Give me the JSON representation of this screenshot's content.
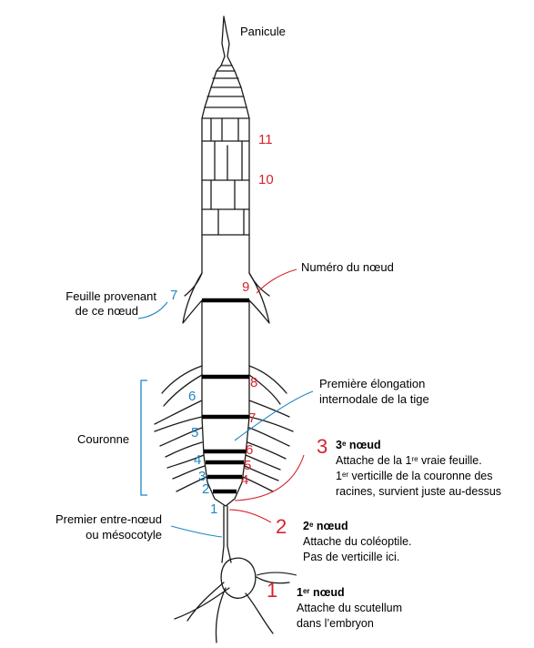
{
  "labels": {
    "panicule": "Panicule",
    "numero_noeud": "Numéro du nœud",
    "feuille_line1": "Feuille provenant",
    "feuille_line2": "de ce nœud",
    "premiere_elong_line1": "Première élongation",
    "premiere_elong_line2": "internodale de la tige",
    "couronne": "Couronne",
    "premier_entre_line1": "Premier entre-nœud",
    "premier_entre_line2": "ou mésocotyle"
  },
  "node_numbers": {
    "n11": "11",
    "n10": "10",
    "n9": "9",
    "n8": "8",
    "n7r": "7",
    "n6r": "6",
    "n5r": "5",
    "n4r": "4",
    "n7b": "7",
    "n6b": "6",
    "n5b": "5",
    "n4b": "4",
    "n3b": "3",
    "n2b": "2",
    "n1b": "1"
  },
  "notes": {
    "node3": {
      "big": "3",
      "title_num": "3",
      "title_sup": "e",
      "title_rest": " nœud",
      "line1_a": "Attache de la 1",
      "line1_sup": "re",
      "line1_b": " vraie feuille.",
      "line2_a": "1",
      "line2_sup": "er",
      "line2_b": " verticille de la couronne des",
      "line3": "racines, survient juste au-dessus"
    },
    "node2": {
      "big": "2",
      "title_num": "2",
      "title_sup": "e",
      "title_rest": " nœud",
      "line1": "Attache du coléoptile.",
      "line2": "Pas de verticille ici."
    },
    "node1": {
      "big": "1",
      "title_num": "1",
      "title_sup": "er",
      "title_rest": " nœud",
      "line1": "Attache du scutellum",
      "line2": "dans l’embryon"
    }
  },
  "colors": {
    "red": "#d9232e",
    "blue": "#1f87c5",
    "outline": "#1a1a1a"
  }
}
